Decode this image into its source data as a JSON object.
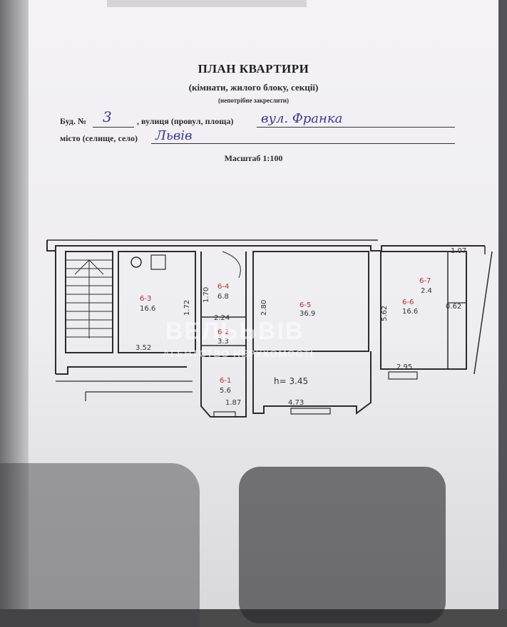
{
  "header": {
    "title": "ПЛАН КВАРТИРИ",
    "subtitle": "(кімнати, жилого блоку, секції)",
    "note": "(непотрібне закреслити)"
  },
  "form": {
    "building_label": "Буд. №",
    "building_value": "3",
    "street_label": ", вулиця (провул, площа)",
    "street_value": "вул. Франка",
    "city_label": "місто (селище, село)",
    "city_value": "Львів"
  },
  "scale": "Масштаб 1:100",
  "plan": {
    "rooms": [
      {
        "id": "6-3",
        "area": "16.6"
      },
      {
        "id": "6-4",
        "area": "6.8"
      },
      {
        "id": "6-5",
        "area": "36.9"
      },
      {
        "id": "6-2",
        "area": "3.3"
      },
      {
        "id": "6-1",
        "area": "5.6"
      },
      {
        "id": "6-7",
        "area": "2.4"
      },
      {
        "id": "6-6",
        "area": "16.6"
      }
    ],
    "dims": {
      "d1": "3.52",
      "d2": "1.72",
      "d3": "1.70",
      "d4": "2.24",
      "d5": "2.80",
      "d6": "5.62",
      "d7": "2.95",
      "d8": "1.87",
      "d9": "4.73",
      "d10": "1.07",
      "d11": "0.62"
    },
    "height": "h= 3.45"
  },
  "watermark": {
    "name": "ВЕЛЬЬВІВ",
    "tagline": "АГЕНТСТВО НЕРУХОМОСТІ"
  }
}
